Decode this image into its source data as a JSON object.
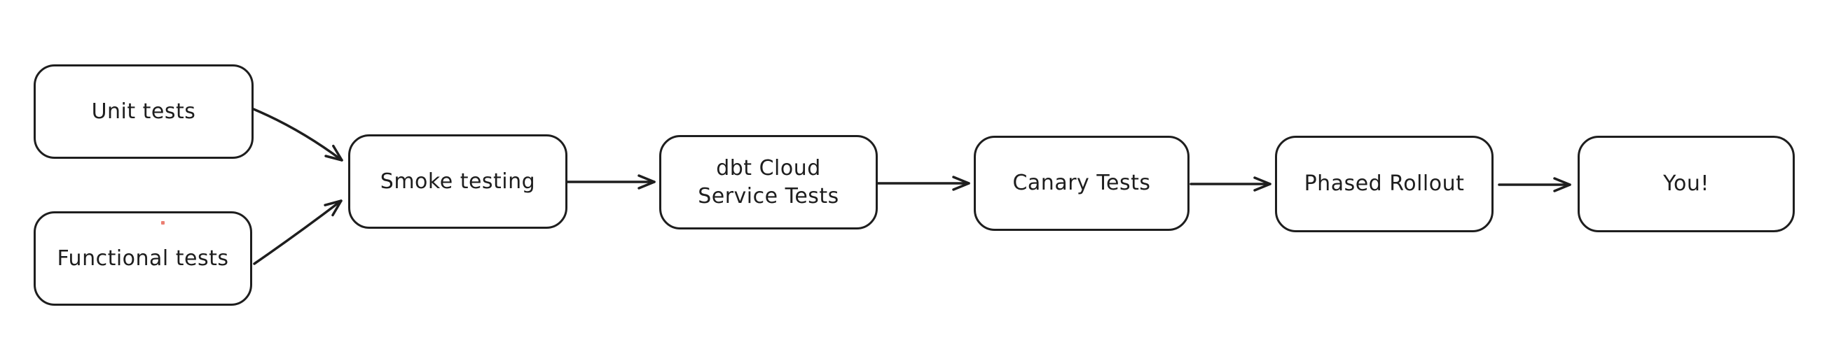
{
  "diagram": {
    "type": "flowchart",
    "style": "hand-drawn",
    "background_color": "#ffffff",
    "stroke_color": "#1e1e1e",
    "node_fill_color": "#ffffff",
    "artifact_dot_color": "#e8685a",
    "nodes": [
      {
        "id": "unit-tests",
        "label": "Unit tests"
      },
      {
        "id": "functional-tests",
        "label": "Functional tests"
      },
      {
        "id": "smoke-testing",
        "label": "Smoke testing"
      },
      {
        "id": "dbt-cloud-service-tests",
        "label": "dbt Cloud\nService Tests"
      },
      {
        "id": "canary-tests",
        "label": "Canary Tests"
      },
      {
        "id": "phased-rollout",
        "label": "Phased Rollout"
      },
      {
        "id": "you",
        "label": "You!"
      }
    ],
    "edges": [
      {
        "from": "unit-tests",
        "to": "smoke-testing"
      },
      {
        "from": "functional-tests",
        "to": "smoke-testing"
      },
      {
        "from": "smoke-testing",
        "to": "dbt-cloud-service-tests"
      },
      {
        "from": "dbt-cloud-service-tests",
        "to": "canary-tests"
      },
      {
        "from": "canary-tests",
        "to": "phased-rollout"
      },
      {
        "from": "phased-rollout",
        "to": "you"
      }
    ]
  }
}
